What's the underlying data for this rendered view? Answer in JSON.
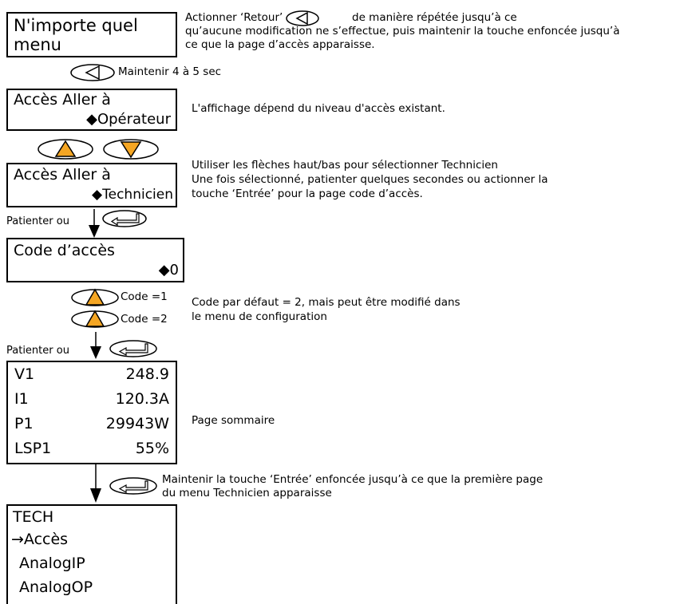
{
  "step1": {
    "box_line1": "N'importe quel",
    "box_line2": "menu",
    "desc_part1": "Actionner ‘Retour’",
    "desc_part2": "de manière répétée jusqu’à ce",
    "desc_line2": "qu’aucune modification ne s’effectue, puis maintenir la touche enfoncée jusqu’à",
    "desc_line3": "ce que la page d’accès apparaisse.",
    "hold_label": "Maintenir 4 à 5 sec"
  },
  "step2": {
    "title": "Accès Aller à",
    "value": "◆Opérateur",
    "desc": "L'affichage dépend du niveau d'accès existant."
  },
  "step3": {
    "title": "Accès Aller à",
    "value": "◆Technicien",
    "desc_line1": "Utiliser les flèches haut/bas pour sélectionner Technicien",
    "desc_line2": "Une fois sélectionné, patienter quelques secondes ou actionner la",
    "desc_line3": "touche ‘Entrée’ pour la page code d’accès.",
    "wait_label": "Patienter ou"
  },
  "step4": {
    "title": "Code d’accès",
    "value": "◆0",
    "code1_label": "Code =1",
    "code2_label": "Code =2",
    "desc_line1": "Code par défaut = 2, mais peut être modifié dans",
    "desc_line2": "le menu de configuration",
    "wait_label": "Patienter ou"
  },
  "summary": {
    "rows": [
      {
        "label": "V1",
        "value": "248.9"
      },
      {
        "label": "I1",
        "value": "120.3A"
      },
      {
        "label": "P1",
        "value": "29943W"
      },
      {
        "label": "LSP1",
        "value": "55%"
      }
    ],
    "desc": "Page sommaire"
  },
  "step6": {
    "desc_line1": "Maintenir la touche ‘Entrée’ enfoncée jusqu’à ce que la première page",
    "desc_line2": "du menu Technicien apparaisse"
  },
  "tech_menu": {
    "title": "TECH",
    "items": [
      "→Accès",
      "AnalogIP",
      "AnalogOP"
    ]
  },
  "colors": {
    "button_fill": "#f5a623",
    "line": "#000000"
  }
}
